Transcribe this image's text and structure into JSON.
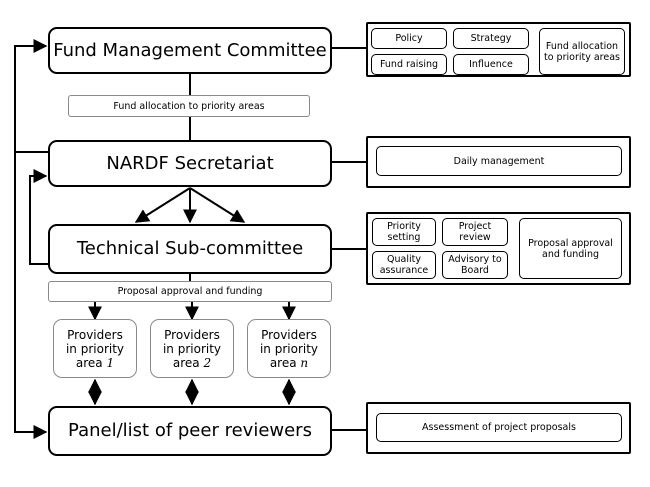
{
  "fund_committee": {
    "title": "Fund Management Committee",
    "roles": [
      "Policy",
      "Strategy",
      "Fund raising",
      "Influence",
      "Fund allocation to priority areas"
    ]
  },
  "fund_allocation_label": "Fund allocation to priority areas",
  "secretariat": {
    "title": "NARDF Secretariat",
    "roles": [
      "Daily management"
    ]
  },
  "subcommittee": {
    "title": "Technical Sub-committee",
    "roles": [
      "Priority setting",
      "Project review",
      "Quality assurance",
      "Advisory to Board",
      "Proposal approval and funding"
    ]
  },
  "proposal_label": "Proposal approval and funding",
  "providers": [
    {
      "line1": "Providers",
      "line2": "in priority",
      "line3_prefix": "area",
      "index": "1"
    },
    {
      "line1": "Providers",
      "line2": "in priority",
      "line3_prefix": "area",
      "index": "2"
    },
    {
      "line1": "Providers",
      "line2": "in priority",
      "line3_prefix": "area",
      "index": "n"
    }
  ],
  "reviewers": {
    "title": "Panel/list of peer reviewers",
    "roles": [
      "Assessment of project proposals"
    ]
  }
}
